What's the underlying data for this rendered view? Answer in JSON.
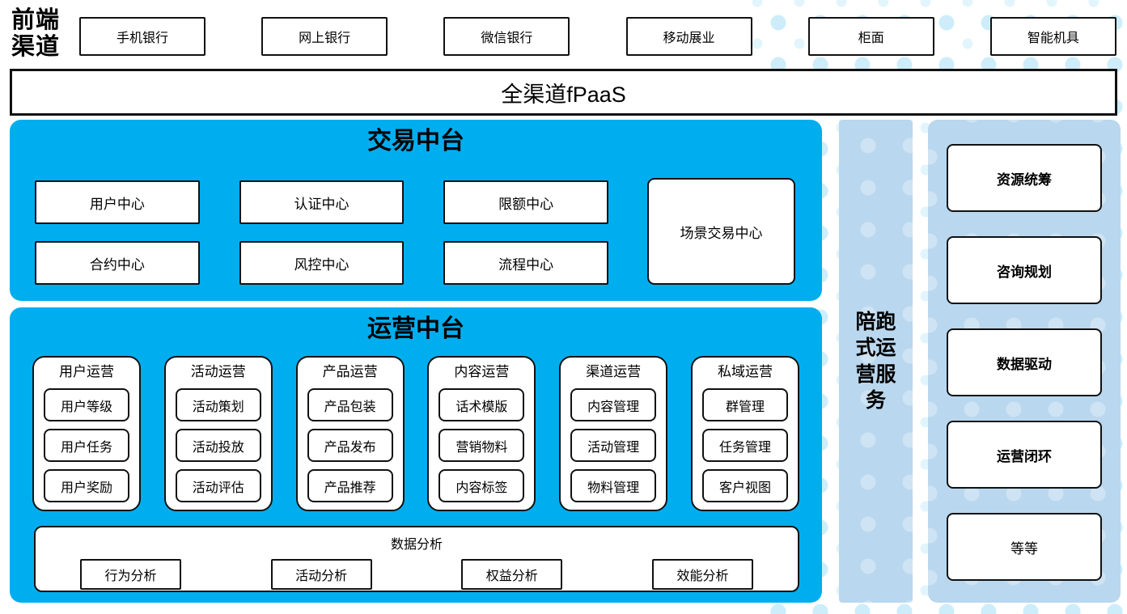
{
  "front_channel": {
    "label": "前端渠道",
    "lines": [
      "前端",
      "渠道"
    ]
  },
  "channels": [
    "手机银行",
    "网上银行",
    "微信银行",
    "移动展业",
    "柜面",
    "智能机具"
  ],
  "fpaas": {
    "label": "全渠道fPaaS"
  },
  "trade_platform": {
    "title": "交易中台",
    "centers": [
      "用户中心",
      "认证中心",
      "限额中心",
      "合约中心",
      "风控中心",
      "流程中心"
    ],
    "scene_center": "场景交易中心"
  },
  "operation_platform": {
    "title": "运营中台",
    "groups": [
      {
        "title": "用户运营",
        "items": [
          "用户等级",
          "用户任务",
          "用户奖励"
        ]
      },
      {
        "title": "活动运营",
        "items": [
          "活动策划",
          "活动投放",
          "活动评估"
        ]
      },
      {
        "title": "产品运营",
        "items": [
          "产品包装",
          "产品发布",
          "产品推荐"
        ]
      },
      {
        "title": "内容运营",
        "items": [
          "话术模版",
          "营销物料",
          "内容标签"
        ]
      },
      {
        "title": "渠道运营",
        "items": [
          "内容管理",
          "活动管理",
          "物料管理"
        ]
      },
      {
        "title": "私域运营",
        "items": [
          "群管理",
          "任务管理",
          "客户视图"
        ]
      }
    ],
    "data_analysis": {
      "title": "数据分析",
      "items": [
        "行为分析",
        "活动分析",
        "权益分析",
        "效能分析"
      ]
    }
  },
  "side_service": {
    "label": "陪跑式运营服务",
    "lines": [
      "陪跑",
      "式运",
      "营服",
      "务"
    ]
  },
  "right_panel": {
    "items": [
      {
        "label": "资源统筹",
        "bold": true
      },
      {
        "label": "咨询规划",
        "bold": true
      },
      {
        "label": "数据驱动",
        "bold": true
      },
      {
        "label": "运营闭环",
        "bold": true
      },
      {
        "label": "等等",
        "bold": false
      }
    ]
  },
  "colors": {
    "cyan": "#00AEEF",
    "light_blue": "#B9D7EE",
    "dot": "#CDEDFA"
  }
}
